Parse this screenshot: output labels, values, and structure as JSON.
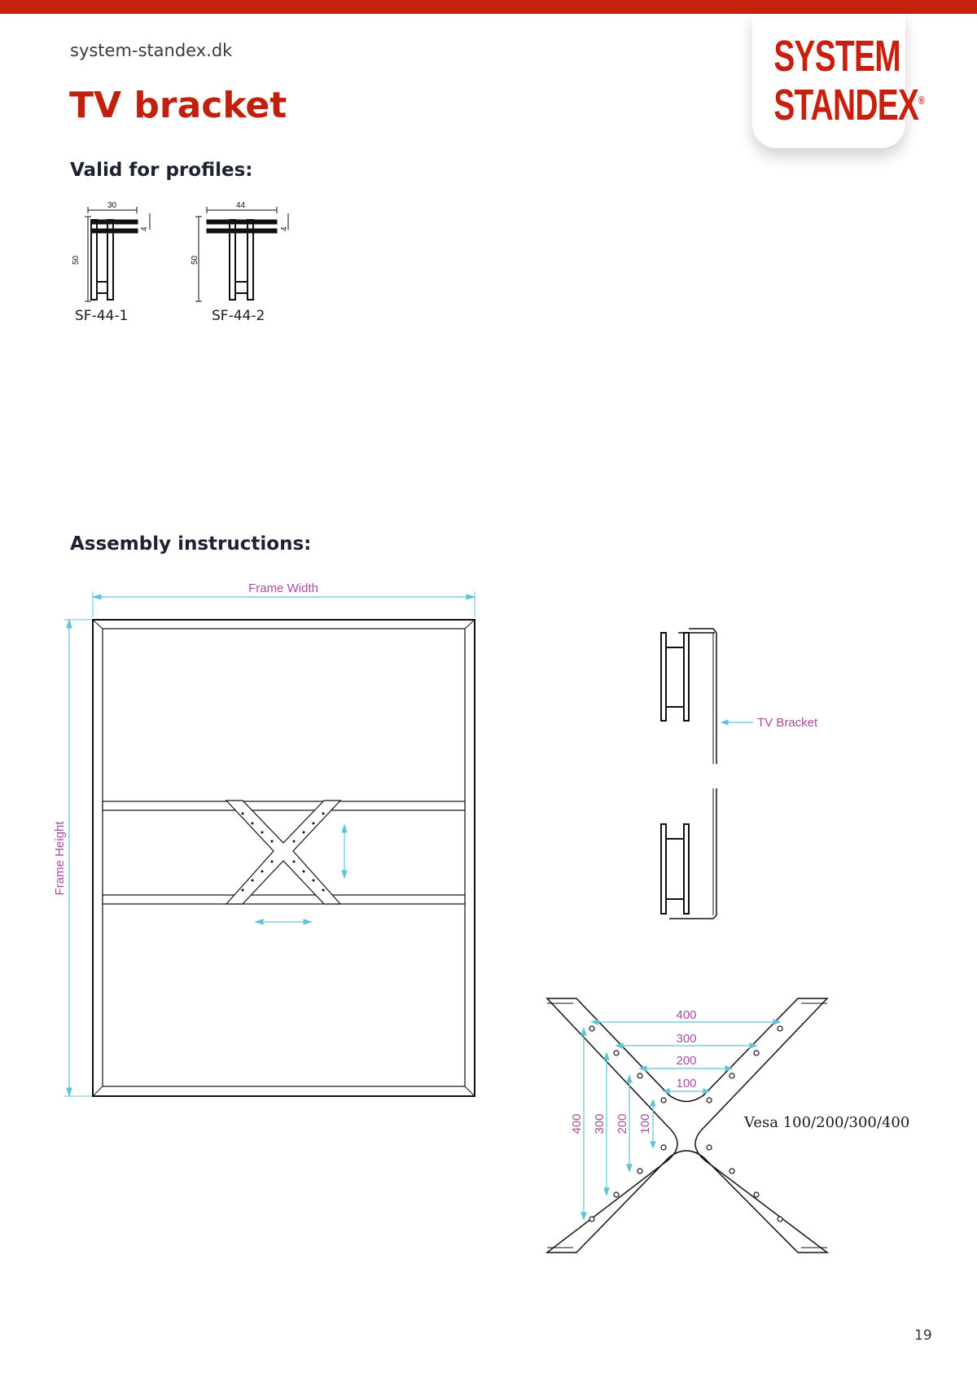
{
  "header": {
    "website": "system-standex.dk",
    "title": "TV bracket",
    "logo_line1": "SYSTEM",
    "logo_line2": "STANDEX",
    "logo_mark": "®"
  },
  "colors": {
    "brand_red": "#c8200e",
    "dimension_cyan": "#5ec5d8",
    "dimension_label": "#a74d9c"
  },
  "profiles": {
    "heading": "Valid for profiles:",
    "items": [
      {
        "name": "SF-44-1",
        "width_dim": "30",
        "height_dim": "50",
        "lip_dim": "4"
      },
      {
        "name": "SF-44-2",
        "width_dim": "44",
        "height_dim": "50",
        "lip_dim": "4"
      }
    ]
  },
  "assembly": {
    "heading": "Assembly instructions:",
    "frame_width_label": "Frame Width",
    "frame_height_label": "Frame Height",
    "tv_bracket_label": "TV Bracket"
  },
  "vesa": {
    "horizontal_dims": [
      "400",
      "300",
      "200",
      "100"
    ],
    "vertical_dims": [
      "400",
      "300",
      "200",
      "100"
    ],
    "caption": "Vesa 100/200/300/400"
  },
  "footer": {
    "page_number": "19"
  }
}
